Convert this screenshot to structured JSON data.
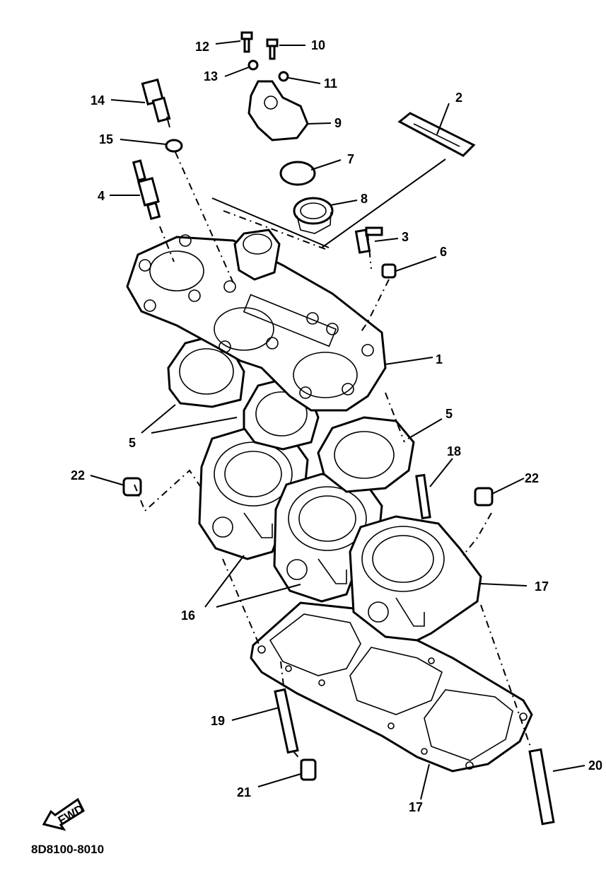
{
  "callouts": {
    "c1": "1",
    "c2": "2",
    "c3": "3",
    "c4": "4",
    "c5a": "5",
    "c5b": "5",
    "c6": "6",
    "c7": "7",
    "c8": "8",
    "c9": "9",
    "c10": "10",
    "c11": "11",
    "c12": "12",
    "c13": "13",
    "c14": "14",
    "c15": "15",
    "c16": "16",
    "c17a": "17",
    "c17b": "17",
    "c18": "18",
    "c19": "19",
    "c20": "20",
    "c21": "21",
    "c22a": "22",
    "c22b": "22"
  },
  "fwd_label": "FWD",
  "diagram_code": "8D8100-8010",
  "colors": {
    "ink": "#000000",
    "paper": "#ffffff"
  }
}
